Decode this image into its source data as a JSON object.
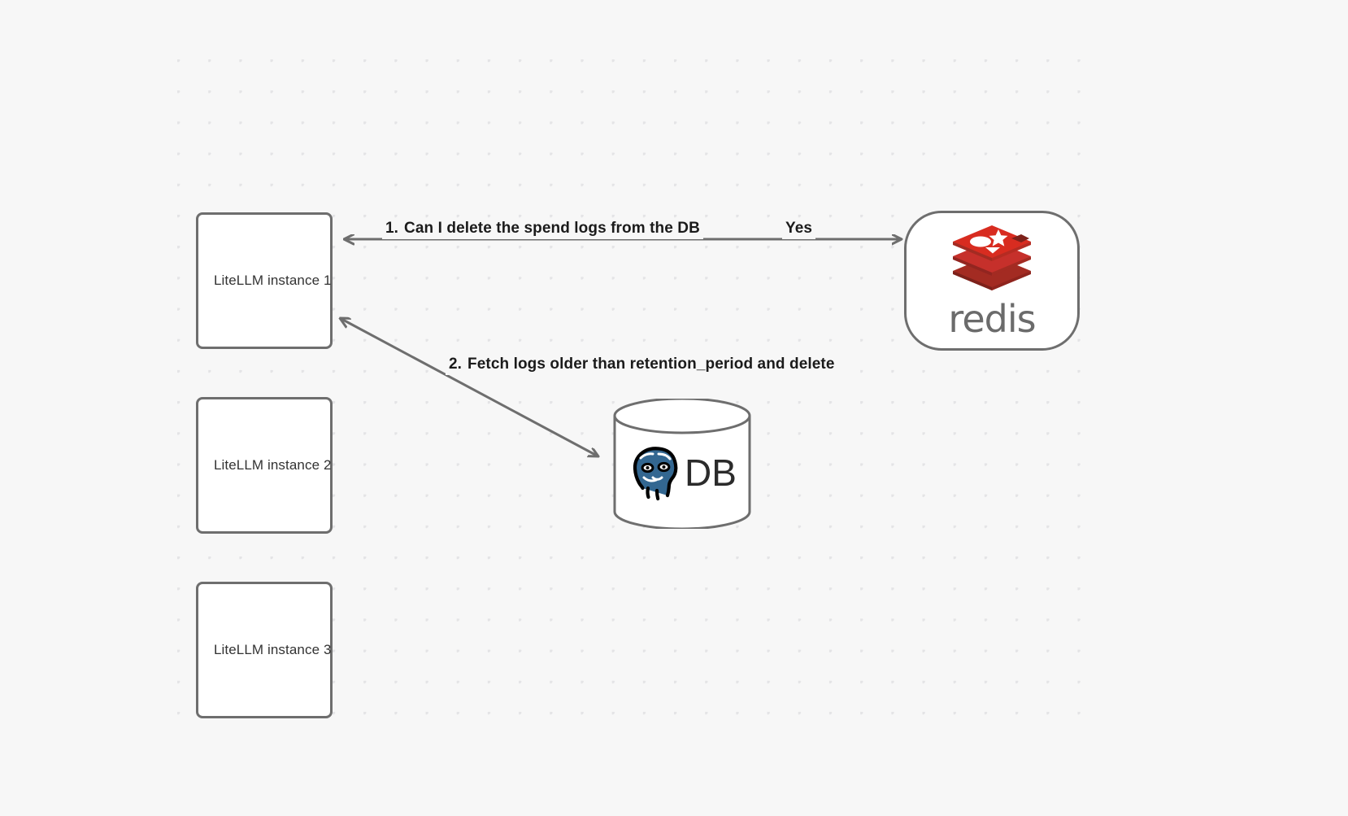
{
  "diagram": {
    "type": "flow-diagram",
    "background_color": "#f7f7f7",
    "grid_dot_color": "#e4e4e6",
    "stroke_color": "#6e6e6e",
    "nodes": [
      {
        "id": "litellm-1",
        "label": "LiteLLM instance 1",
        "shape": "rounded-rect"
      },
      {
        "id": "litellm-2",
        "label": "LiteLLM instance 2",
        "shape": "rounded-rect"
      },
      {
        "id": "litellm-3",
        "label": "LiteLLM instance 3",
        "shape": "rounded-rect"
      },
      {
        "id": "redis",
        "label": "redis",
        "shape": "rounded-rect",
        "icon": "redis-logo-icon",
        "brand_color": "#c6302b"
      },
      {
        "id": "database",
        "label": "DB",
        "shape": "cylinder",
        "icon": "postgresql-elephant-icon",
        "brand_color": "#336791"
      }
    ],
    "edges": [
      {
        "id": "edge-1",
        "from": "redis",
        "to": "litellm-1",
        "number": "1.",
        "label": "Can I delete the spend logs from the DB",
        "response_label": "Yes",
        "direction": "bidirectional"
      },
      {
        "id": "edge-2",
        "from": "litellm-1",
        "to": "database",
        "number": "2.",
        "label": "Fetch logs older than retention_period and delete",
        "direction": "bidirectional"
      }
    ]
  }
}
